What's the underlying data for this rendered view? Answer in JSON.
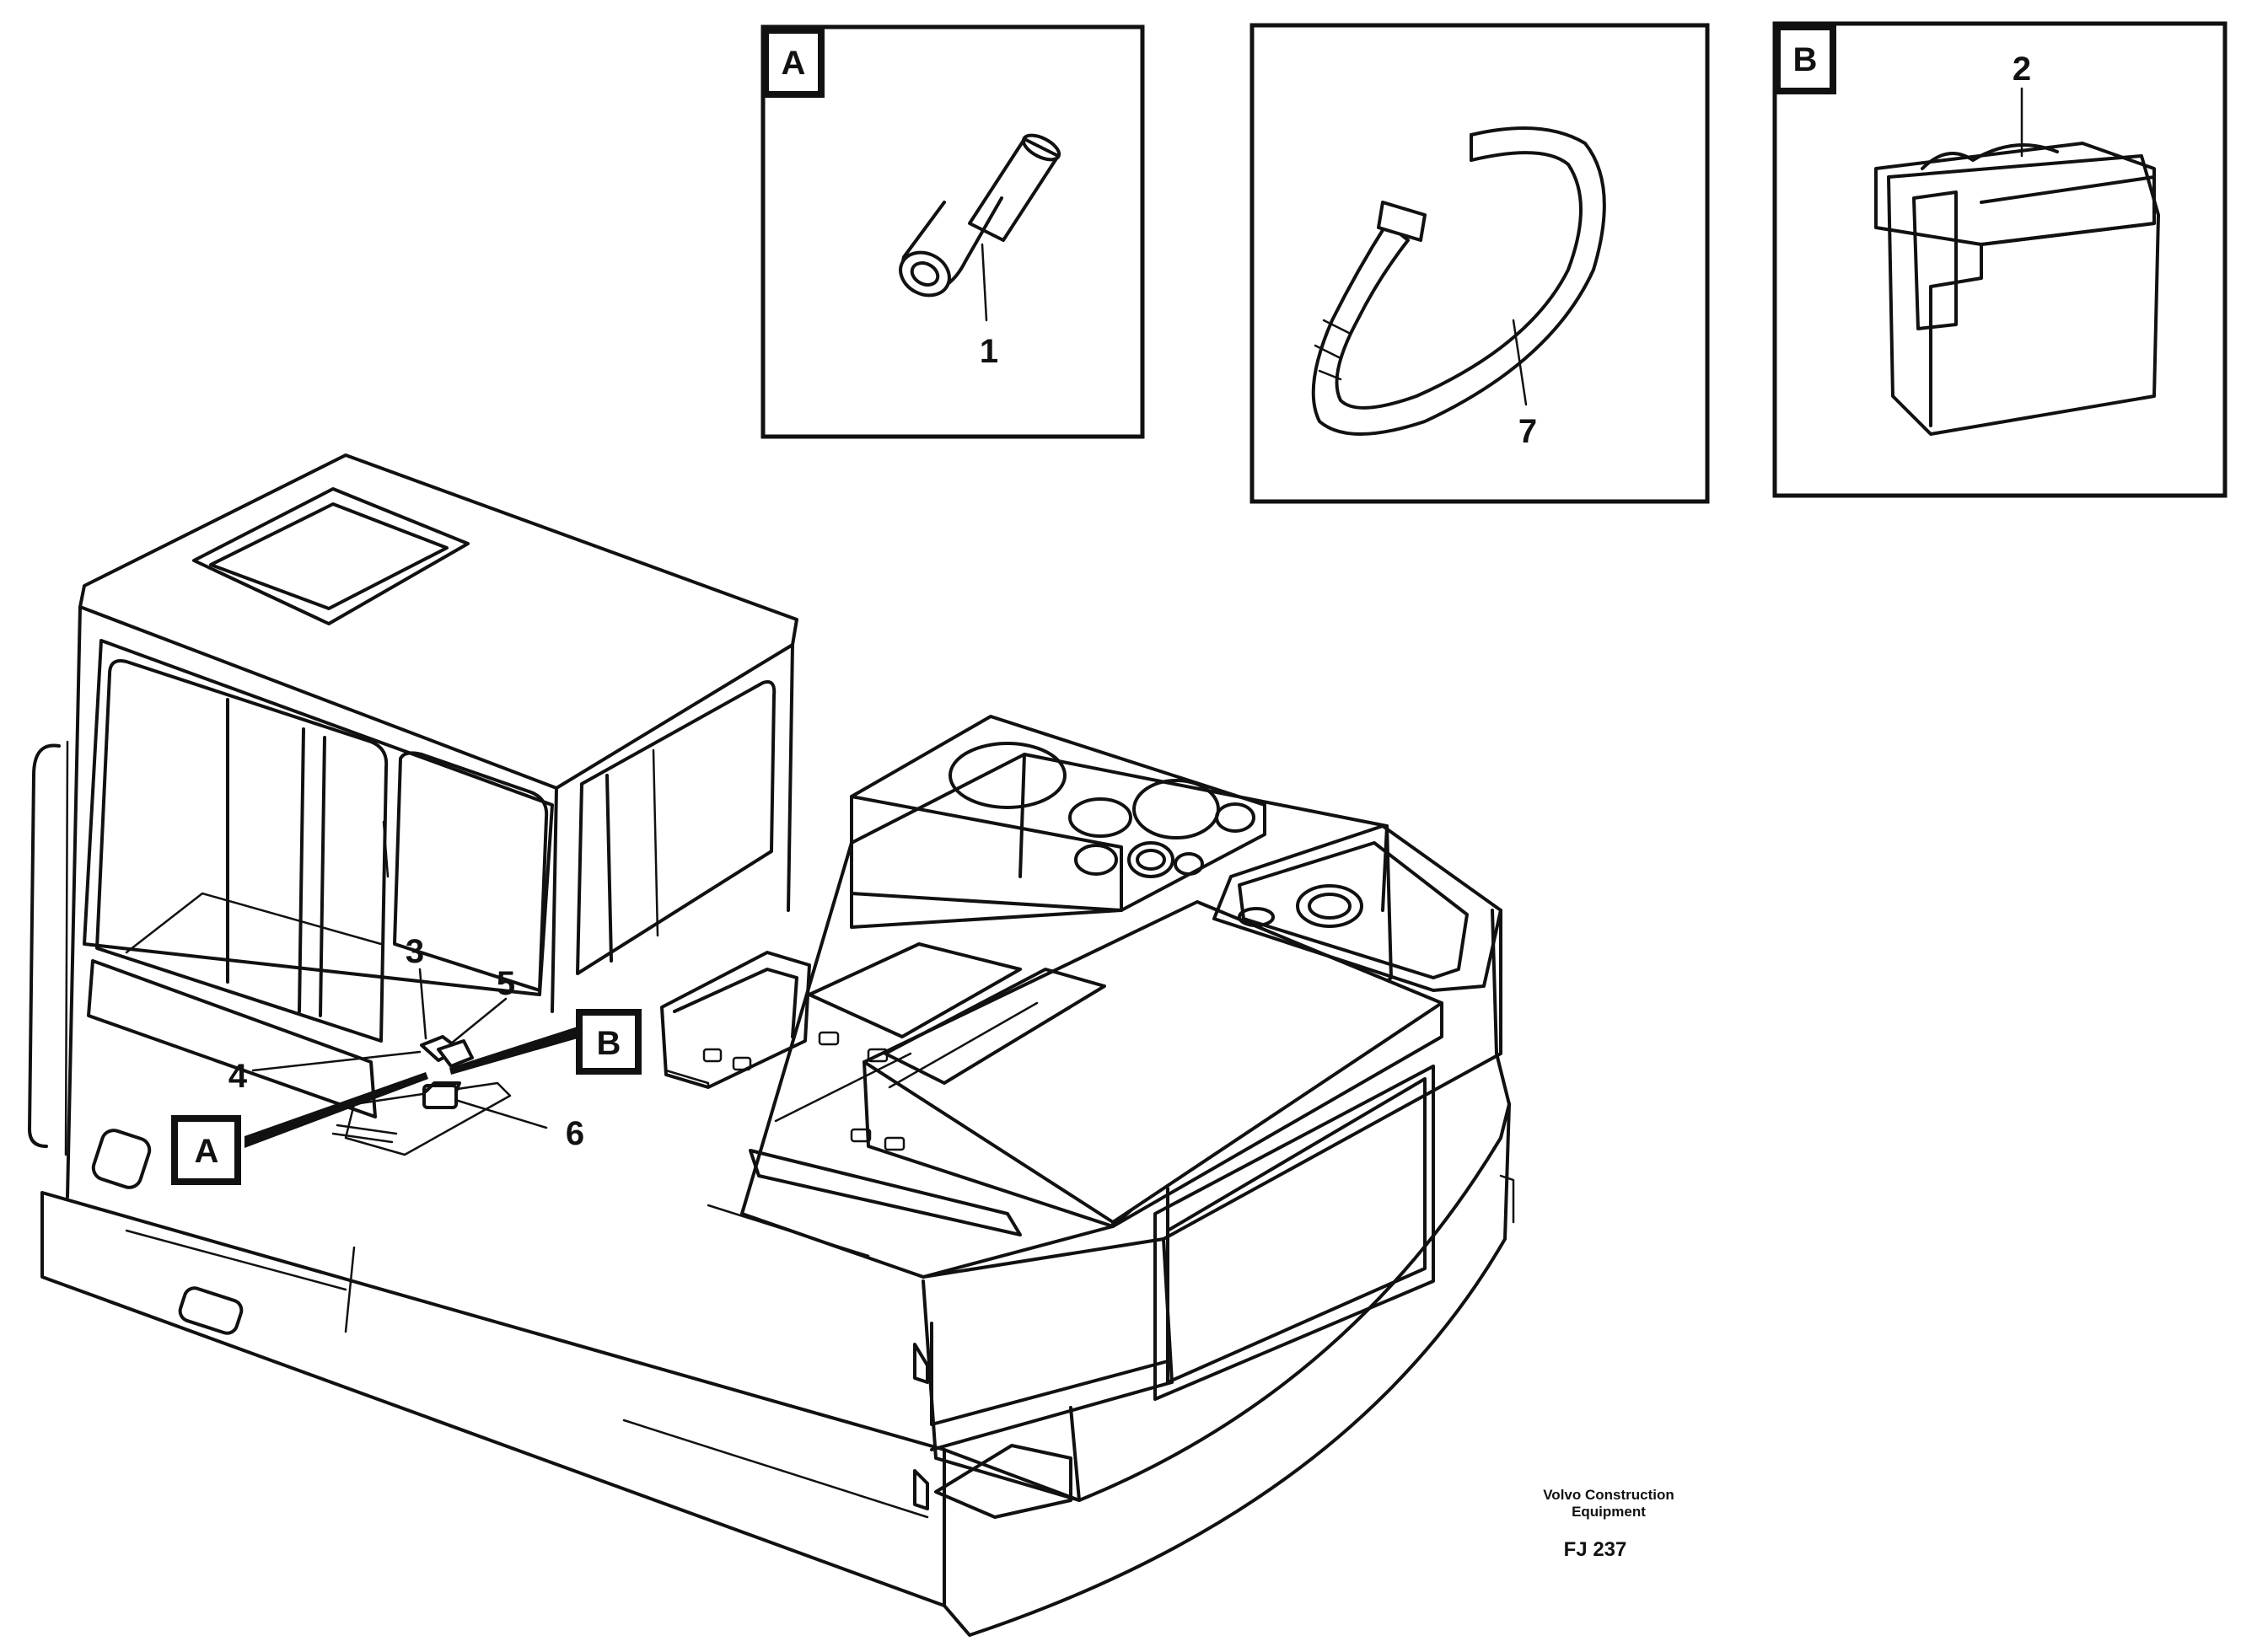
{
  "panels": {
    "a": {
      "tag": "A",
      "part": "1"
    },
    "strap": {
      "part": "7"
    },
    "b": {
      "tag": "B",
      "part": "2"
    }
  },
  "callouts": {
    "part_3": "3",
    "part_4": "4",
    "part_5": "5",
    "part_6": "6",
    "ref_a": "A",
    "ref_b": "B"
  },
  "footer": {
    "maker_line1": "Volvo Construction",
    "maker_line2": "Equipment",
    "figure_code": "FJ 237"
  }
}
